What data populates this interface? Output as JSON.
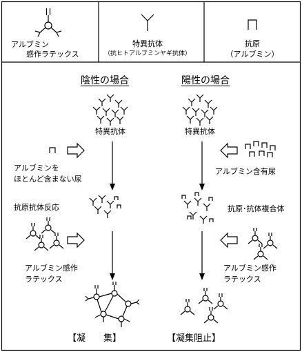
{
  "legend": {
    "latex_label_1": "アルブミン",
    "latex_label_2": "感作ラテックス",
    "antibody_label": "特異抗体",
    "antibody_note": "（抗ヒトアルブミンヤギ抗体）",
    "antigen_label": "抗原",
    "antigen_note": "（アルブミン）"
  },
  "negative": {
    "heading": "陰性の場合",
    "antibody_label": "特異抗体",
    "urine_label_1": "アルブミンを",
    "urine_label_2": "ほとんど含まない尿",
    "reaction_label": "抗原抗体反応",
    "latex_label_1": "アルブミン感作",
    "latex_label_2": "ラテックス",
    "result": "【凝　　集】"
  },
  "positive": {
    "heading": "陽性の場合",
    "antibody_label": "特異抗体",
    "urine_label": "アルブミン含有尿",
    "complex_label": "抗原･抗体複合体",
    "latex_label_1": "アルブミン感作",
    "latex_label_2": "ラテックス",
    "result": "【凝集阻止】"
  }
}
